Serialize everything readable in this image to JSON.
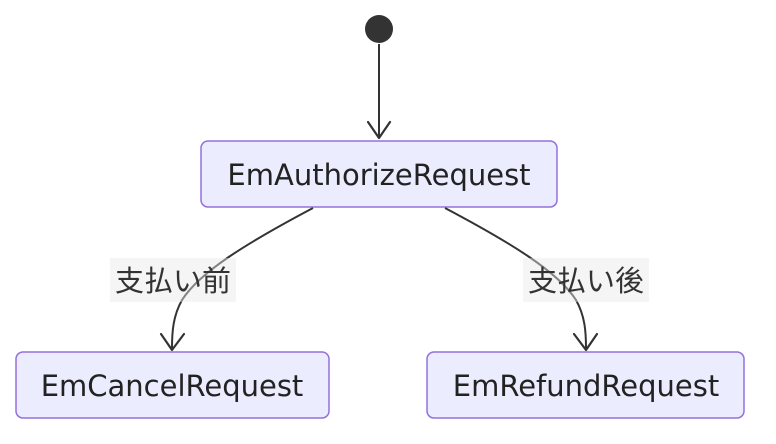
{
  "diagram": {
    "type": "state-diagram",
    "colors": {
      "state_fill": "#ECECFF",
      "state_border": "#9370DB",
      "edge": "#333333",
      "text": "#222222",
      "start_node": "#333333"
    },
    "states": {
      "authorize": "EmAuthorizeRequest",
      "cancel": "EmCancelRequest",
      "refund": "EmRefundRequest"
    },
    "transitions": {
      "start_to_authorize": "",
      "authorize_to_cancel": "支払い前",
      "authorize_to_refund": "支払い後"
    }
  }
}
